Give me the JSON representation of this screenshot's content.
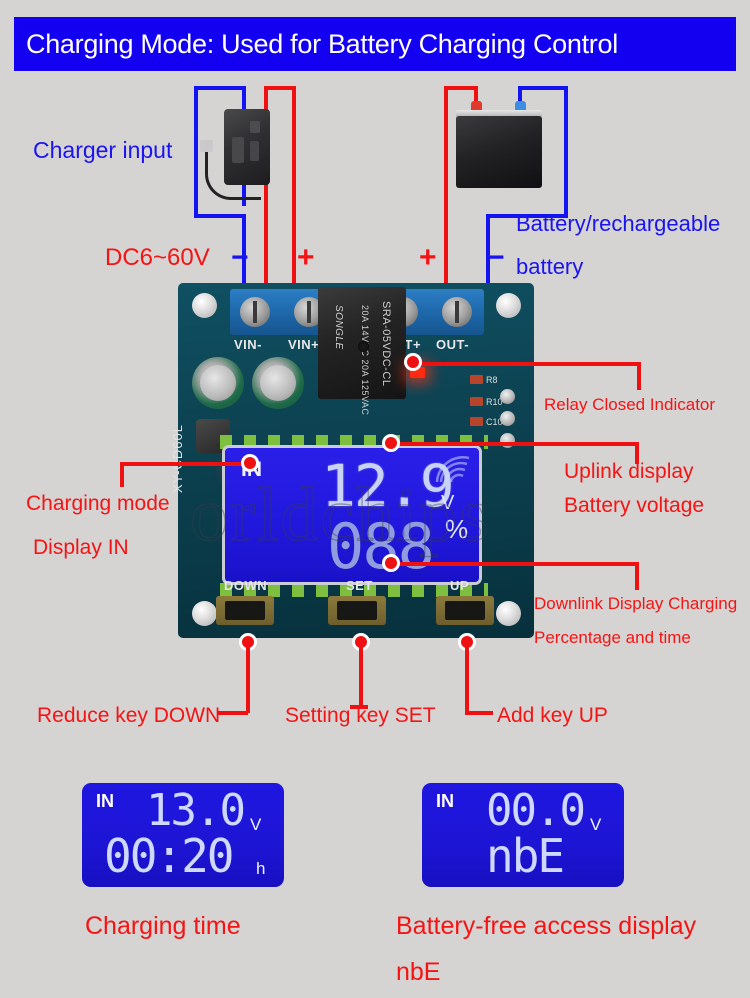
{
  "header": {
    "title": "Charging Mode: Used for Battery Charging Control",
    "bg_color": "#1400f0",
    "text_color": "#ffffff"
  },
  "colors": {
    "page_background": "#d6d3d3",
    "wire_positive": "#ee1111",
    "wire_negative": "#1414f0",
    "label_blue": "#1a14ef",
    "label_red": "#f51414",
    "lcd_blue": "#2118dd"
  },
  "diagram": {
    "charger_label": "Charger input",
    "input_range_label": "DC6~60V",
    "battery_label_line1": "Battery/rechargeable",
    "battery_label_line2": "battery",
    "polarity": {
      "vin_minus": "−",
      "vin_plus": "+",
      "out_plus": "+",
      "out_minus": "−"
    }
  },
  "board": {
    "silkscreen_name": "XY-CD60L",
    "watermark": "orldchips",
    "terminals": {
      "vin_minus": "VIN-",
      "vin_plus": "VIN+",
      "out_plus": "OUT+",
      "out_minus": "OUT-"
    },
    "relay": {
      "brand": "SONGLE",
      "ratings": "20A 14VDC  20A 125VAC",
      "model": "SRA-05VDC-CL"
    },
    "smd_labels": [
      "R8",
      "R10",
      "C10"
    ],
    "buttons": [
      {
        "name": "down",
        "label": "DOWN"
      },
      {
        "name": "set",
        "label": "SET"
      },
      {
        "name": "up",
        "label": "UP"
      }
    ]
  },
  "main_display": {
    "mode": "IN",
    "voltage": "12.9",
    "voltage_unit": "V",
    "percent": "088",
    "percent_unit": "%"
  },
  "callouts": {
    "charging_mode_line1": "Charging mode",
    "charging_mode_line2": "Display IN",
    "relay_indicator": "Relay Closed Indicator",
    "uplink_line1": "Uplink display",
    "uplink_line2": "Battery voltage",
    "downlink_line1": "Downlink Display Charging",
    "downlink_line2": "Percentage and time",
    "key_down": "Reduce key DOWN",
    "key_set": "Setting key SET",
    "key_up": "Add key UP"
  },
  "examples": [
    {
      "name": "charging-time",
      "mode": "IN",
      "top_value": "13.0",
      "top_unit": "V",
      "bottom_value": "00:20",
      "bottom_unit": "h",
      "caption_line1": "Charging time",
      "caption_line2": ""
    },
    {
      "name": "battery-free",
      "mode": "IN",
      "top_value": "00.0",
      "top_unit": "V",
      "bottom_value": "nbE",
      "bottom_unit": "",
      "caption_line1": "Battery-free access display",
      "caption_line2": "nbE"
    }
  ]
}
